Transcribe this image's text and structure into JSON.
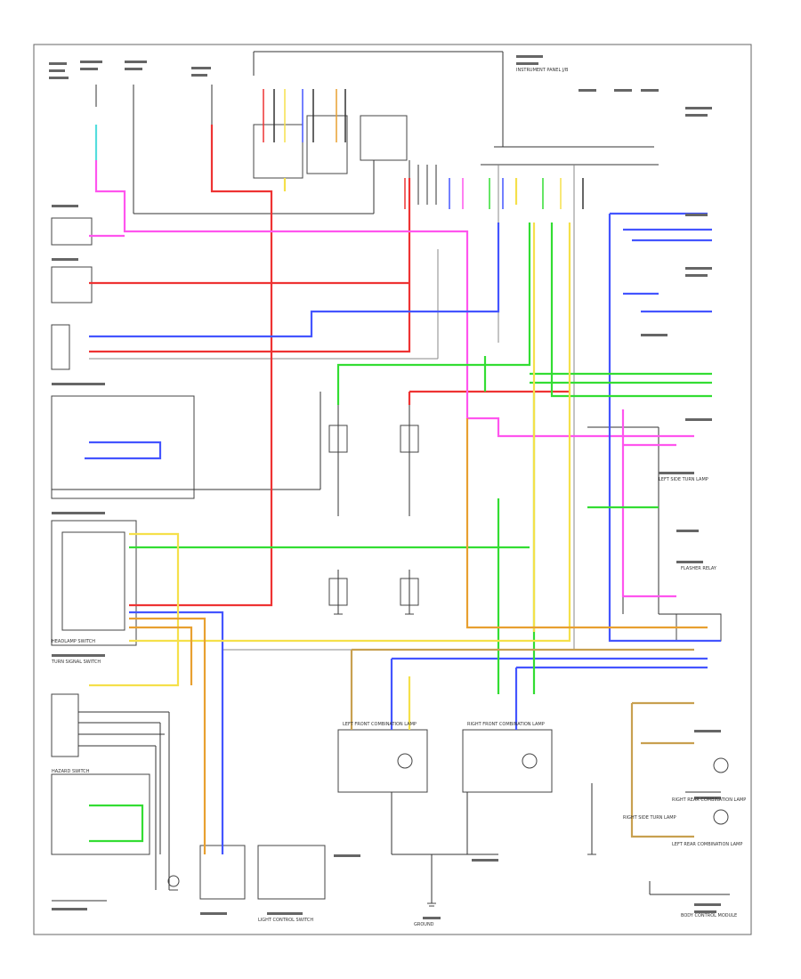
{
  "diagram": {
    "labels": {
      "headlamp_switch": "HEADLAMP SWITCH",
      "turn_signal_switch": "TURN SIGNAL SWITCH",
      "light_control_switch": "LIGHT CONTROL SWITCH",
      "left_front_combination_lamp": "LEFT FRONT COMBINATION LAMP",
      "right_front_combination_lamp": "RIGHT FRONT COMBINATION LAMP",
      "instrument_panel": "INSTRUMENT PANEL J/B",
      "hazard_switch": "HAZARD SWITCH",
      "left_side_turn_lamp": "LEFT SIDE TURN LAMP",
      "right_side_turn_lamp": "RIGHT SIDE TURN LAMP",
      "left_rear_combination_lamp": "LEFT REAR COMBINATION LAMP",
      "right_rear_combination_lamp": "RIGHT REAR COMBINATION LAMP",
      "body_control_module": "BODY CONTROL MODULE",
      "flasher": "FLASHER RELAY",
      "ground": "GROUND"
    },
    "colors": {
      "red": "#ee3333",
      "pink": "#ff55ee",
      "blue": "#4455ff",
      "green": "#33dd33",
      "yellow": "#f5e04a",
      "orange": "#e8a030",
      "tan": "#c8a050",
      "gray": "#888888",
      "black": "#333333",
      "cyan": "#55dddd"
    }
  }
}
